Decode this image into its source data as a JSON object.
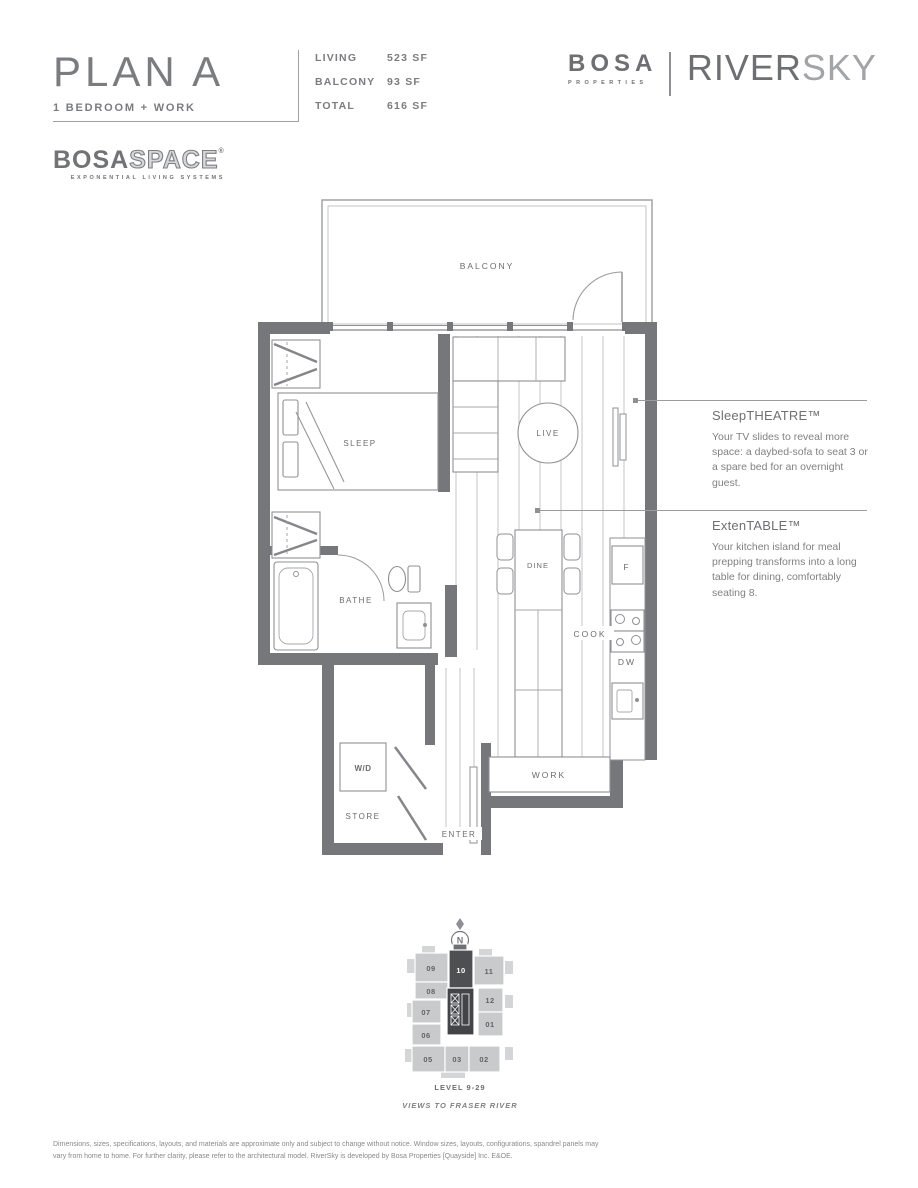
{
  "header": {
    "plan_title": "PLAN A",
    "plan_type": "1 BEDROOM + WORK",
    "stats": [
      {
        "label": "LIVING",
        "value": "523 SF"
      },
      {
        "label": "BALCONY",
        "value": "93 SF"
      },
      {
        "label": "TOTAL",
        "value": "616 SF"
      }
    ]
  },
  "brand": {
    "name": "BOSA",
    "division": "PROPERTIES",
    "project_primary": "RIVER",
    "project_secondary": "SKY"
  },
  "bosaspace": {
    "solid": "BOSA",
    "outline": "SPACE",
    "reg": "®",
    "tagline": "EXPONENTIAL LIVING SYSTEMS"
  },
  "floorplan": {
    "labels": {
      "balcony": "BALCONY",
      "sleep": "SLEEP",
      "bathe": "BATHE",
      "wd": "W/D",
      "store": "STORE",
      "enter": "ENTER",
      "live": "LIVE",
      "dine": "DINE",
      "cook": "COOK",
      "dw": "DW",
      "fridge": "F",
      "work": "WORK"
    }
  },
  "callouts": [
    {
      "title": "SleepTHEATRE™",
      "body": "Your TV slides to reveal more space: a daybed-sofa to seat 3 or a spare bed for an overnight guest."
    },
    {
      "title": "ExtenTABLE™",
      "body": "Your kitchen island for meal prepping transforms into a long table for dining, comfortably seating 8."
    }
  ],
  "keyplan": {
    "north_label": "N",
    "units": [
      "09",
      "10",
      "11",
      "08",
      "12",
      "07",
      "01",
      "06",
      "05",
      "03",
      "02"
    ],
    "highlighted_unit": "10",
    "level_label": "LEVEL 9-29",
    "caption": "VIEWS TO FRASER RIVER"
  },
  "disclaimer": "Dimensions, sizes, specifications, layouts, and materials are approximate only and subject to change without notice. Window sizes, layouts, configurations, spandrel panels may vary from home to home. For further clarity, please refer to the architectural model. RiverSky is developed by Bosa Properties [Quayside] Inc. E&OE."
}
